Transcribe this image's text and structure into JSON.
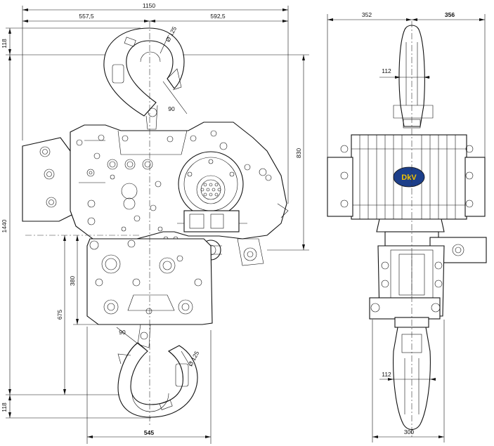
{
  "diagram": {
    "title": "DKV chain hoist dimension drawing",
    "front_view": {
      "overall_width": "1150",
      "left_half_width": "557,5",
      "right_half_width": "592,5",
      "overall_height": "1440",
      "top_hook_offset": "118",
      "bottom_hook_offset": "118",
      "upper_body_height": "830",
      "bottom_block_height": "675",
      "block_lower_height": "380",
      "bottom_width": "545",
      "top_hook_diameter": "Ø 125",
      "top_hook_throat": "90",
      "bottom_hook_diameter": "Ø 125",
      "bottom_hook_throat": "90"
    },
    "side_view": {
      "left_width": "352",
      "right_width": "356",
      "top_hook_width": "112",
      "bottom_hook_width": "112",
      "bottom_width": "300",
      "logo": "DkV"
    }
  }
}
